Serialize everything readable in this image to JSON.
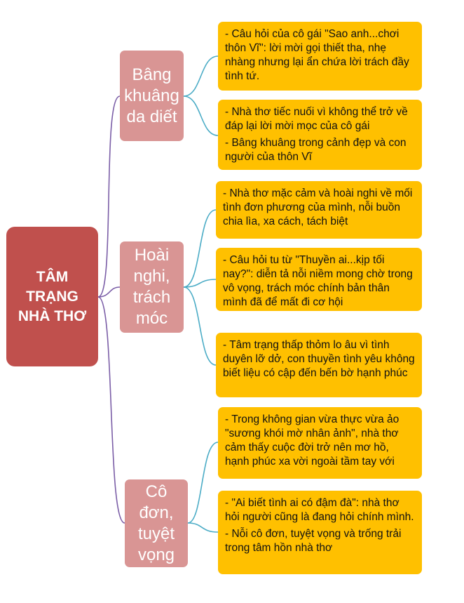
{
  "root": {
    "label": "TÂM TRẠNG NHÀ THƠ"
  },
  "branches": [
    {
      "label": "Bâng khuâng da diết",
      "leaves": [
        {
          "lines": [
            "- Câu hỏi của cô gái \"Sao anh...chơi thôn Vĩ\": lời mời gọi thiết tha, nhẹ nhàng nhưng lại ẩn chứa lời trách đầy tình tứ."
          ]
        },
        {
          "lines": [
            "- Nhà thơ tiếc nuối vì không thể trở về đáp lại lời mời mọc của cô gái",
            "- Bâng khuâng trong cảnh đẹp và con người của thôn Vĩ"
          ]
        }
      ]
    },
    {
      "label": "Hoài nghi, trách móc",
      "leaves": [
        {
          "lines": [
            "- Nhà thơ mặc cảm và hoài nghi về mối tình đơn phương của mình, nỗi buồn chia lìa, xa cách, tách biệt"
          ]
        },
        {
          "lines": [
            "- Câu hỏi tu từ \"Thuyền ai...kịp tối nay?\": diễn tả nỗi niềm mong chờ trong vô vọng, trách móc chính bản thân mình đã để mất đi cơ hội"
          ]
        },
        {
          "lines": [
            "- Tâm trạng thấp thỏm lo âu vì tình duyên lỡ dở, con thuyền tình yêu không biết liệu có cập đến bến bờ hạnh phúc"
          ]
        }
      ]
    },
    {
      "label": "Cô đơn, tuyệt vọng",
      "leaves": [
        {
          "lines": [
            "- Trong không gian vừa thực vừa ảo \"sương khói mờ nhân ảnh\", nhà thơ cảm thấy cuộc đời trở nên mơ hồ, hạnh phúc xa vời ngoài tầm tay với"
          ]
        },
        {
          "lines": [
            "- \"Ai biết tình ai có đậm đà\": nhà thơ hỏi người cũng là đang hỏi chính mình.",
            "- Nỗi cô đơn, tuyệt vọng và trống trải trong tâm hồn nhà thơ"
          ]
        }
      ]
    }
  ],
  "colors": {
    "root_fill": "#c0504d",
    "branch_fill": "#d99594",
    "leaf_fill": "#ffc000",
    "root_connector": "#7b5ea7",
    "leaf_connector": "#4bacc6"
  }
}
